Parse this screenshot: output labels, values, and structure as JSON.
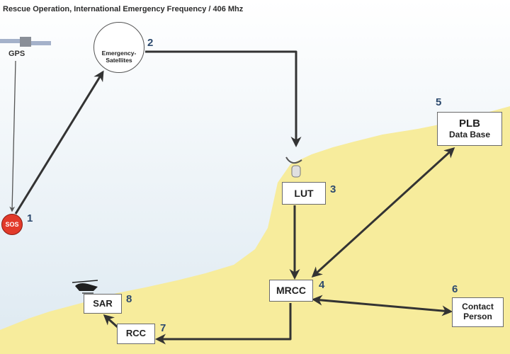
{
  "title": "Rescue Operation, International Emergency Frequency / 406 Mhz",
  "gps": {
    "label": "GPS"
  },
  "satellites": {
    "line1": "Emergency-",
    "line2": "Satellites",
    "number": "2"
  },
  "sos": {
    "label": "SOS",
    "number": "1"
  },
  "lut": {
    "label": "LUT",
    "number": "3"
  },
  "mrcc": {
    "label": "MRCC",
    "number": "4"
  },
  "plb": {
    "line1": "PLB",
    "line2": "Data Base",
    "number": "5"
  },
  "contact": {
    "line1": "Contact",
    "line2": "Person",
    "number": "6"
  },
  "rcc": {
    "label": "RCC",
    "number": "7"
  },
  "sar": {
    "label": "SAR",
    "number": "8"
  },
  "icons": [
    "satellite-icon",
    "antenna-dish-icon",
    "helicopter-icon",
    "gps-satellite-icon"
  ],
  "colors": {
    "land": "#f7ec9c",
    "sky": "#e6f0f6",
    "arrow": "#333333",
    "sos": "#e23a2a",
    "number": "#2d4a6e"
  }
}
